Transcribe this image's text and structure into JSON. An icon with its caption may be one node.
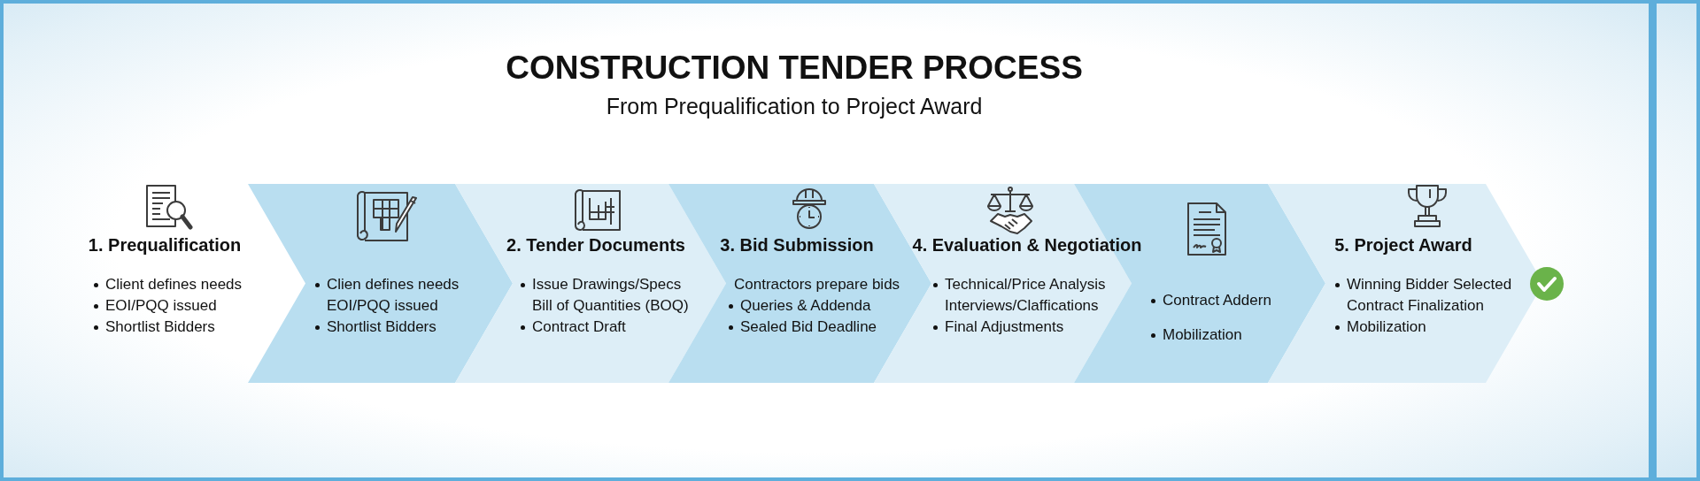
{
  "diagram": {
    "title": "CONSTRUCTION TENDER PROCESS",
    "nodes": [
      {
        "text": [
          "1. Prequalification",
          "Client defines needs",
          "EOI/PQQ issued",
          "Shortlist Bidders"
        ]
      },
      {
        "text": [
          "Clien defines needs EOI/PQQ issued",
          "Shortlist Bidders"
        ]
      },
      {
        "text": [
          "2. Tender Documents",
          "Issue Drawings/Specs Bill of Quantities (BOQ)",
          "Contract Draft"
        ]
      },
      {
        "text": [
          "3. Bid Submission",
          "Contractors prepare bids",
          "Queries & Addenda",
          "Sealed Bid Deadline"
        ]
      },
      {
        "text": [
          "4. Evaluation & Negotiation",
          "Technical/Price Analysis Interviews/Claffications",
          "Final Adjustments"
        ]
      },
      {
        "text": [
          "Contract Addern",
          "Mobilization"
        ]
      },
      {
        "text": [
          "5. Project Award",
          "Winning Bidder Selected Contract Finalization",
          "Mobilization"
        ]
      }
    ],
    "labels": [
      "From Prequalification to Project Award"
    ]
  }
}
